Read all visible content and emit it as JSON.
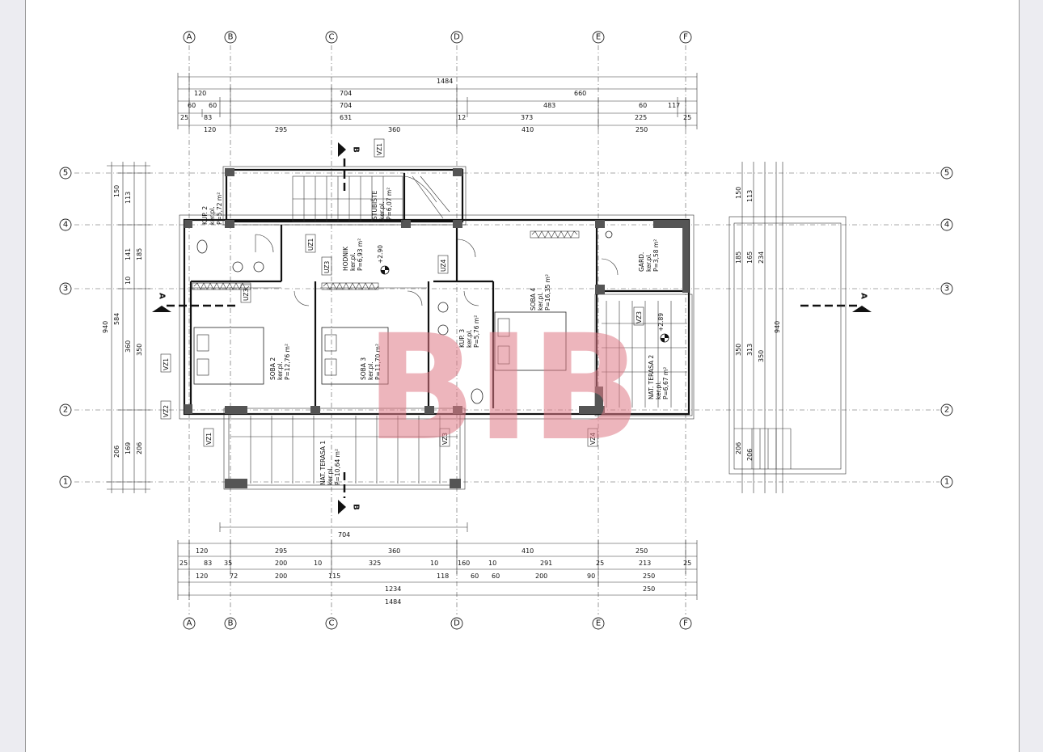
{
  "axes_letters": [
    "A",
    "B",
    "C",
    "D",
    "E",
    "F"
  ],
  "axes_numbers": [
    "5",
    "4",
    "3",
    "2",
    "1"
  ],
  "top_dims": {
    "row1": [
      "1484"
    ],
    "row2": [
      "120",
      "704",
      "660"
    ],
    "row3": [
      "60",
      "60",
      "704",
      "483",
      "60",
      "117"
    ],
    "row4": [
      "25",
      "83",
      "631",
      "12",
      "373",
      "225",
      "25"
    ],
    "row5": [
      "120",
      "295",
      "360",
      "410",
      "250"
    ]
  },
  "bottom_dims": {
    "row1": [
      "704"
    ],
    "row2": [
      "120",
      "295",
      "360",
      "410",
      "250"
    ],
    "row3": [
      "25",
      "83",
      "35",
      "200",
      "10",
      "325",
      "10",
      "160",
      "10",
      "291",
      "25",
      "213",
      "25"
    ],
    "row4": [
      "120",
      "72",
      "200",
      "115",
      "118",
      "60",
      "60",
      "200",
      "90",
      "250"
    ],
    "row5": [
      "1234",
      "250"
    ],
    "row6": [
      "1484"
    ]
  },
  "left_dims": {
    "outer": "940",
    "mid": [
      "584",
      "206"
    ],
    "inner": [
      "150",
      "185",
      "350",
      "206"
    ],
    "detail": [
      "113",
      "141",
      "10",
      "360",
      "169"
    ]
  },
  "right_dims": {
    "outer": "940",
    "inner": [
      "150",
      "185",
      "350",
      "206"
    ],
    "detail": [
      "113",
      "165",
      "313",
      "206"
    ],
    "extra": [
      "234",
      "350"
    ]
  },
  "rooms": [
    {
      "name": "KUP. 2",
      "finish": "ker.pl.",
      "area": "P=5,72 m²"
    },
    {
      "name": "STUBIŠTE",
      "finish": "ker.pl.",
      "area": "P=6,07 m²"
    },
    {
      "name": "HODNIK",
      "finish": "ker.pl.",
      "area": "P=6,93 m²"
    },
    {
      "name": "SOBA 2",
      "finish": "ker.pl.",
      "area": "P=12,76 m²"
    },
    {
      "name": "SOBA 3",
      "finish": "ker.pl.",
      "area": "P=11,70 m²"
    },
    {
      "name": "KUP. 3",
      "finish": "ker.pl.",
      "area": "P=5,76 m²"
    },
    {
      "name": "SOBA 4",
      "finish": "ker.pl.",
      "area": "P=16,35 m²"
    },
    {
      "name": "GARD.",
      "finish": "ker.pl.",
      "area": "P=3,58 m²"
    },
    {
      "name": "NAT. TERASA 2",
      "finish": "ker.pl.",
      "area": "P=6,67 m²"
    },
    {
      "name": "NAT. TERASA 1",
      "finish": "ker.pl.",
      "area": "P=10,64 m²"
    }
  ],
  "levels": [
    "+2.90",
    "+2.89"
  ],
  "door_tags": [
    "VZ1",
    "VZ1",
    "VZ2",
    "VZ3",
    "VZ4",
    "UZ1",
    "UZ3",
    "UZ4",
    "UZ3",
    "VZ1",
    "VZ3"
  ],
  "sections": {
    "a": "A",
    "b": "B"
  },
  "watermark": "BIB",
  "colors": {
    "watermark_red": "#e07a86",
    "watermark_grey": "#9b9b9b",
    "line": "#222222"
  }
}
